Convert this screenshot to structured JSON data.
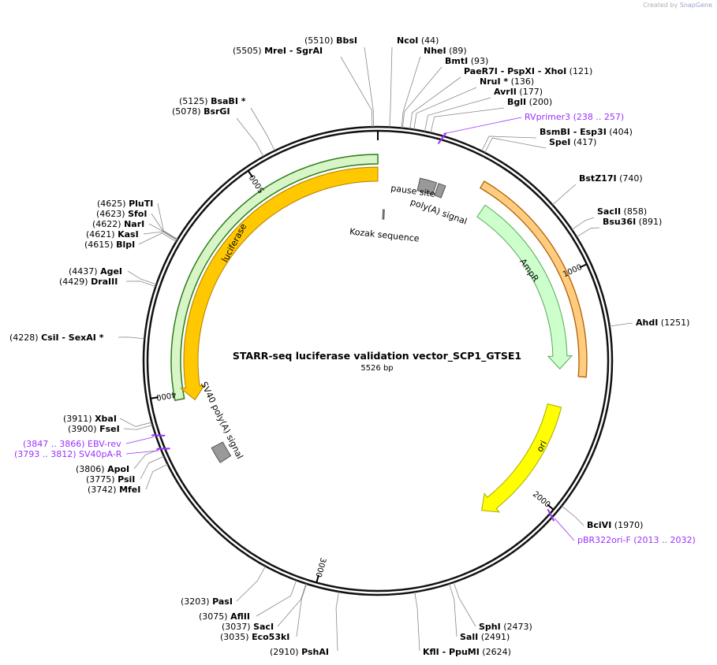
{
  "credit": {
    "prefix": "Created by",
    "brand": "SnapGene"
  },
  "map": {
    "title": "STARR-seq luciferase validation vector_SCP1_GTSE1",
    "length": "5526 bp",
    "ticks": [
      "1000",
      "2000",
      "3000",
      "4000",
      "5000"
    ]
  },
  "features": [
    {
      "label": "luciferase",
      "color": "#ffc800"
    },
    {
      "label": "AmpR",
      "color": "#ccffcc"
    },
    {
      "label": "ori",
      "color": "#ffff00"
    },
    {
      "label": "SV40 poly(A) signal",
      "color": "#999999"
    },
    {
      "label": "pause site",
      "color": "#999999"
    },
    {
      "label": "poly(A) signal",
      "color": "#999999"
    },
    {
      "label": "Kozak sequence",
      "color": "#999999"
    }
  ],
  "sites": [
    {
      "pos": "(5510)",
      "name": "BbsI"
    },
    {
      "pos": "(5505)",
      "name": "MreI",
      "alt": "SgrAI"
    },
    {
      "name": "NcoI",
      "pos": "(44)"
    },
    {
      "name": "NheI",
      "pos": "(89)"
    },
    {
      "name": "BmtI",
      "pos": "(93)"
    },
    {
      "name": "PaeR7I",
      "alt": "PspXI",
      "alt2": "XhoI",
      "pos": "(121)"
    },
    {
      "name": "NruI *",
      "pos": "(136)"
    },
    {
      "name": "AvrII",
      "pos": "(177)"
    },
    {
      "name": "BglI",
      "pos": "(200)"
    },
    {
      "name": "BsmBI",
      "alt": "Esp3I",
      "pos": "(404)"
    },
    {
      "name": "SpeI",
      "pos": "(417)"
    },
    {
      "name": "BstZ17I",
      "pos": "(740)"
    },
    {
      "name": "SacII",
      "pos": "(858)"
    },
    {
      "name": "Bsu36I",
      "pos": "(891)"
    },
    {
      "name": "AhdI",
      "pos": "(1251)"
    },
    {
      "name": "BciVI",
      "pos": "(1970)"
    },
    {
      "name": "SphI",
      "pos": "(2473)"
    },
    {
      "name": "SalI",
      "pos": "(2491)"
    },
    {
      "name": "KflI",
      "alt": "PpuMI",
      "pos": "(2624)"
    },
    {
      "pos": "(2910)",
      "name": "PshAI"
    },
    {
      "pos": "(3035)",
      "name": "Eco53kI"
    },
    {
      "pos": "(3037)",
      "name": "SacI"
    },
    {
      "pos": "(3075)",
      "name": "AflII"
    },
    {
      "pos": "(3203)",
      "name": "PasI"
    },
    {
      "pos": "(3742)",
      "name": "MfeI"
    },
    {
      "pos": "(3775)",
      "name": "PsiI"
    },
    {
      "pos": "(3806)",
      "name": "ApoI"
    },
    {
      "pos": "(3900)",
      "name": "FseI"
    },
    {
      "pos": "(3911)",
      "name": "XbaI"
    },
    {
      "pos": "(4228)",
      "name": "CsiI",
      "alt": "SexAI *"
    },
    {
      "pos": "(4429)",
      "name": "DraIII"
    },
    {
      "pos": "(4437)",
      "name": "AgeI"
    },
    {
      "pos": "(4615)",
      "name": "BlpI"
    },
    {
      "pos": "(4621)",
      "name": "KasI"
    },
    {
      "pos": "(4622)",
      "name": "NarI"
    },
    {
      "pos": "(4623)",
      "name": "SfoI"
    },
    {
      "pos": "(4625)",
      "name": "PluTI"
    },
    {
      "pos": "(5078)",
      "name": "BsrGI"
    },
    {
      "pos": "(5125)",
      "name": "BsaBI *"
    }
  ],
  "primers": [
    {
      "name": "RVprimer3",
      "range": "(238 .. 257)"
    },
    {
      "name": "pBR322ori-F",
      "range": "(2013 .. 2032)"
    },
    {
      "range": "(3847 .. 3866)",
      "name": "EBV-rev"
    },
    {
      "range": "(3793 .. 3812)",
      "name": "SV40pA-R"
    }
  ]
}
